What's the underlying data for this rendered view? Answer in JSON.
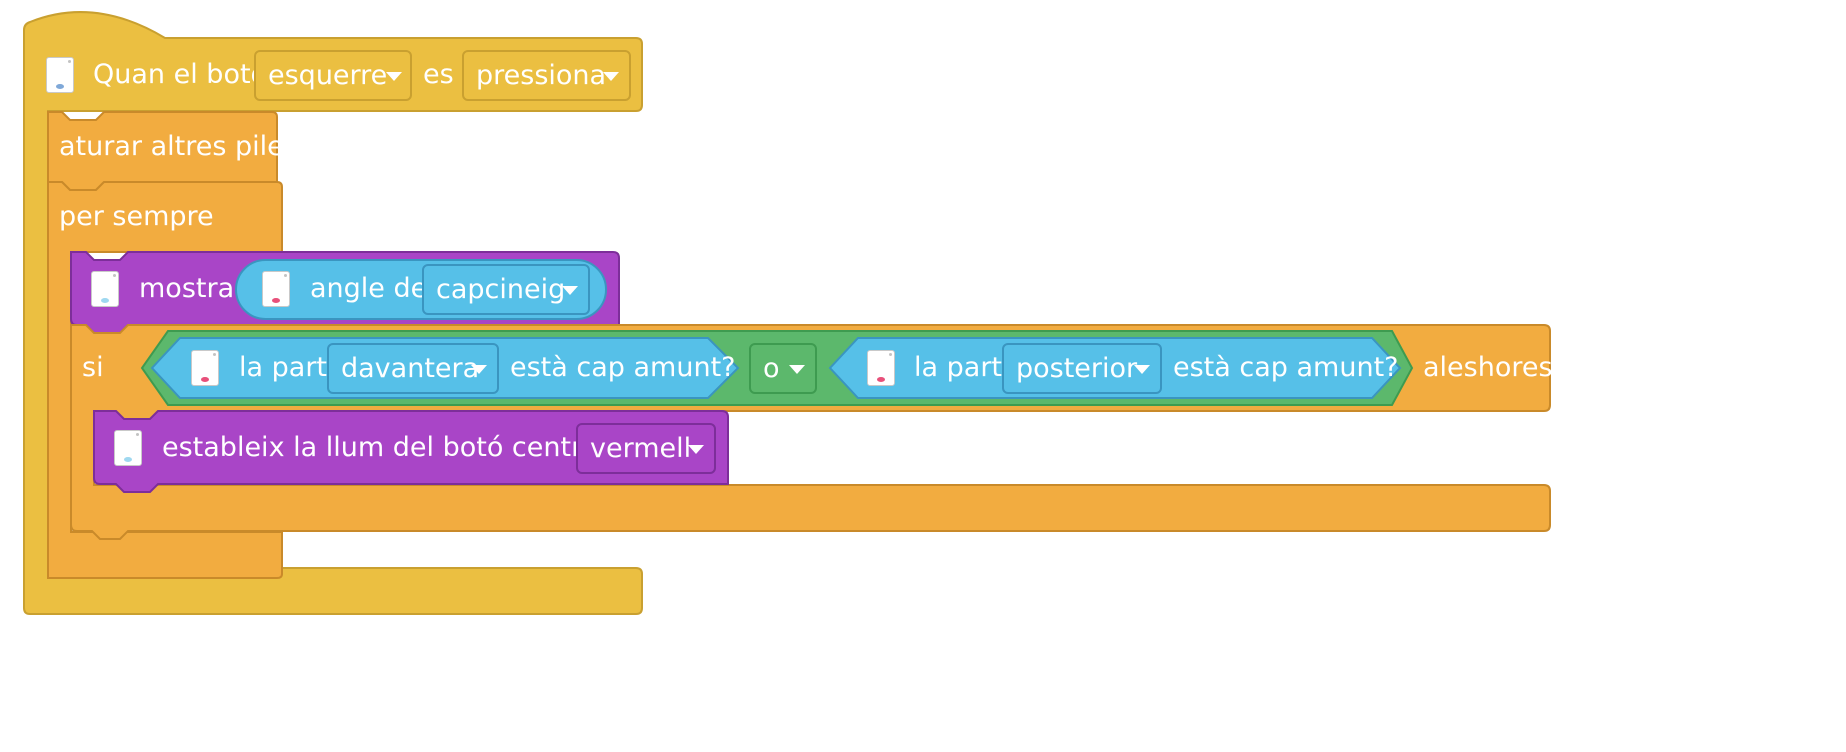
{
  "colors": {
    "events": "#ebbf41",
    "events_border": "#c9a030",
    "control": "#f2ac40",
    "control_border": "#c98a2a",
    "display": "#a945c7",
    "display_border": "#7d2e9a",
    "sensors": "#56c0e8",
    "sensors_border": "#3a95c0",
    "operators": "#5cb86c",
    "operators_border": "#3e9b50",
    "text": "#ffffff"
  },
  "hat": {
    "icon": "hub-icon",
    "label_before": "Quan el botó",
    "button_value": "esquerre",
    "label_mid": "es",
    "state_value": "pressiona"
  },
  "stop_block": {
    "label": "aturar altres piles"
  },
  "forever_block": {
    "label": "per sempre"
  },
  "show_block": {
    "icon": "hub-icon",
    "label": "mostra",
    "reporter": {
      "icon": "hub-icon",
      "label": "angle de",
      "value": "capcineig"
    }
  },
  "if_block": {
    "label_if": "si",
    "label_then": "aleshores",
    "operator_value": "o",
    "left_condition": {
      "icon": "hub-icon",
      "label_before": "la part",
      "value": "davantera",
      "label_after": "està cap amunt?"
    },
    "right_condition": {
      "icon": "hub-icon",
      "label_before": "la part",
      "value": "posterior",
      "label_after": "està cap amunt?"
    }
  },
  "light_block": {
    "icon": "hub-icon",
    "label": "estableix la llum del botó central a",
    "color_value": "vermell"
  }
}
